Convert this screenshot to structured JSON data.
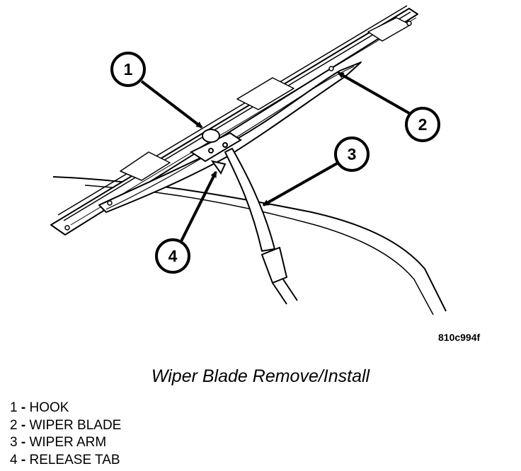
{
  "figure_id": "810c994f",
  "caption": "Wiper Blade Remove/Install",
  "callouts": [
    {
      "number": "1",
      "label": "HOOK"
    },
    {
      "number": "2",
      "label": "WIPER BLADE"
    },
    {
      "number": "3",
      "label": "WIPER ARM"
    },
    {
      "number": "4",
      "label": "RELEASE TAB"
    }
  ],
  "legend_separator": "-"
}
